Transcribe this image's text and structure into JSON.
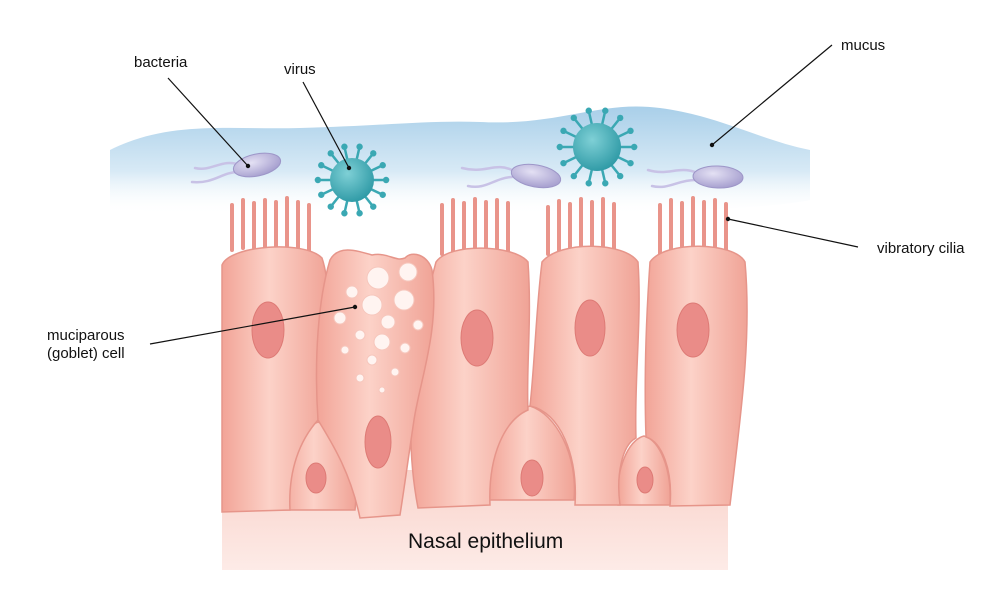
{
  "diagram": {
    "labels": {
      "bacteria": "bacteria",
      "virus": "virus",
      "mucus": "mucus",
      "cilia": "vibratory cilia",
      "goblet_line1": "muciparous",
      "goblet_line2": "(goblet) cell",
      "title": "Nasal epithelium"
    },
    "colors": {
      "mucus": "#bcd9ee",
      "cell": "#f7b7ad",
      "cell_edge": "#e48d82",
      "nucleus": "#ea8c88",
      "virus": "#3aa8b3",
      "bacteria": "#b9b2dc",
      "base": "#fbe1db"
    }
  }
}
